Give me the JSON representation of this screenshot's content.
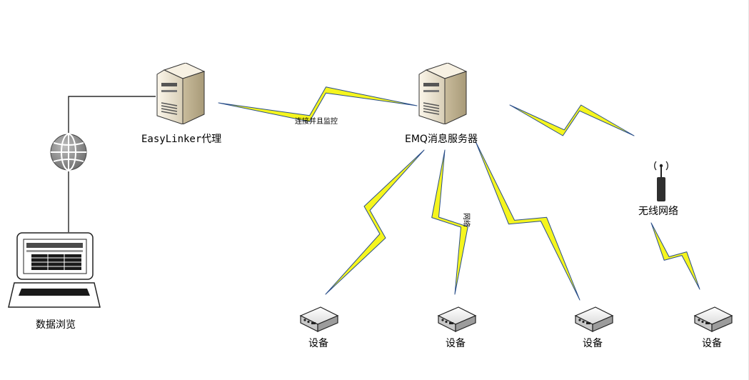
{
  "nodes": {
    "proxy": {
      "label": "EasyLinker代理",
      "icon": "server-icon"
    },
    "server": {
      "label": "EMQ消息服务器",
      "icon": "server-icon"
    },
    "wireless": {
      "label": "无线网络",
      "icon": "antenna-icon"
    },
    "browser": {
      "label": "数据浏览",
      "icon": "laptop-icon"
    },
    "internet": {
      "icon": "globe-icon"
    },
    "devices": [
      {
        "label": "设备",
        "icon": "device-icon"
      },
      {
        "label": "设备",
        "icon": "device-icon"
      },
      {
        "label": "设备",
        "icon": "device-icon"
      },
      {
        "label": "设备",
        "icon": "device-icon"
      }
    ]
  },
  "links": {
    "proxy_server": {
      "label": "连接并且监控"
    },
    "server_device2": {
      "label": "网络"
    }
  },
  "colors": {
    "bolt_fill": "#f5f51e",
    "bolt_stroke": "#2a4f8a",
    "server_body": "#efe7d6",
    "device_body": "#e8e8e8",
    "line": "#000000"
  }
}
